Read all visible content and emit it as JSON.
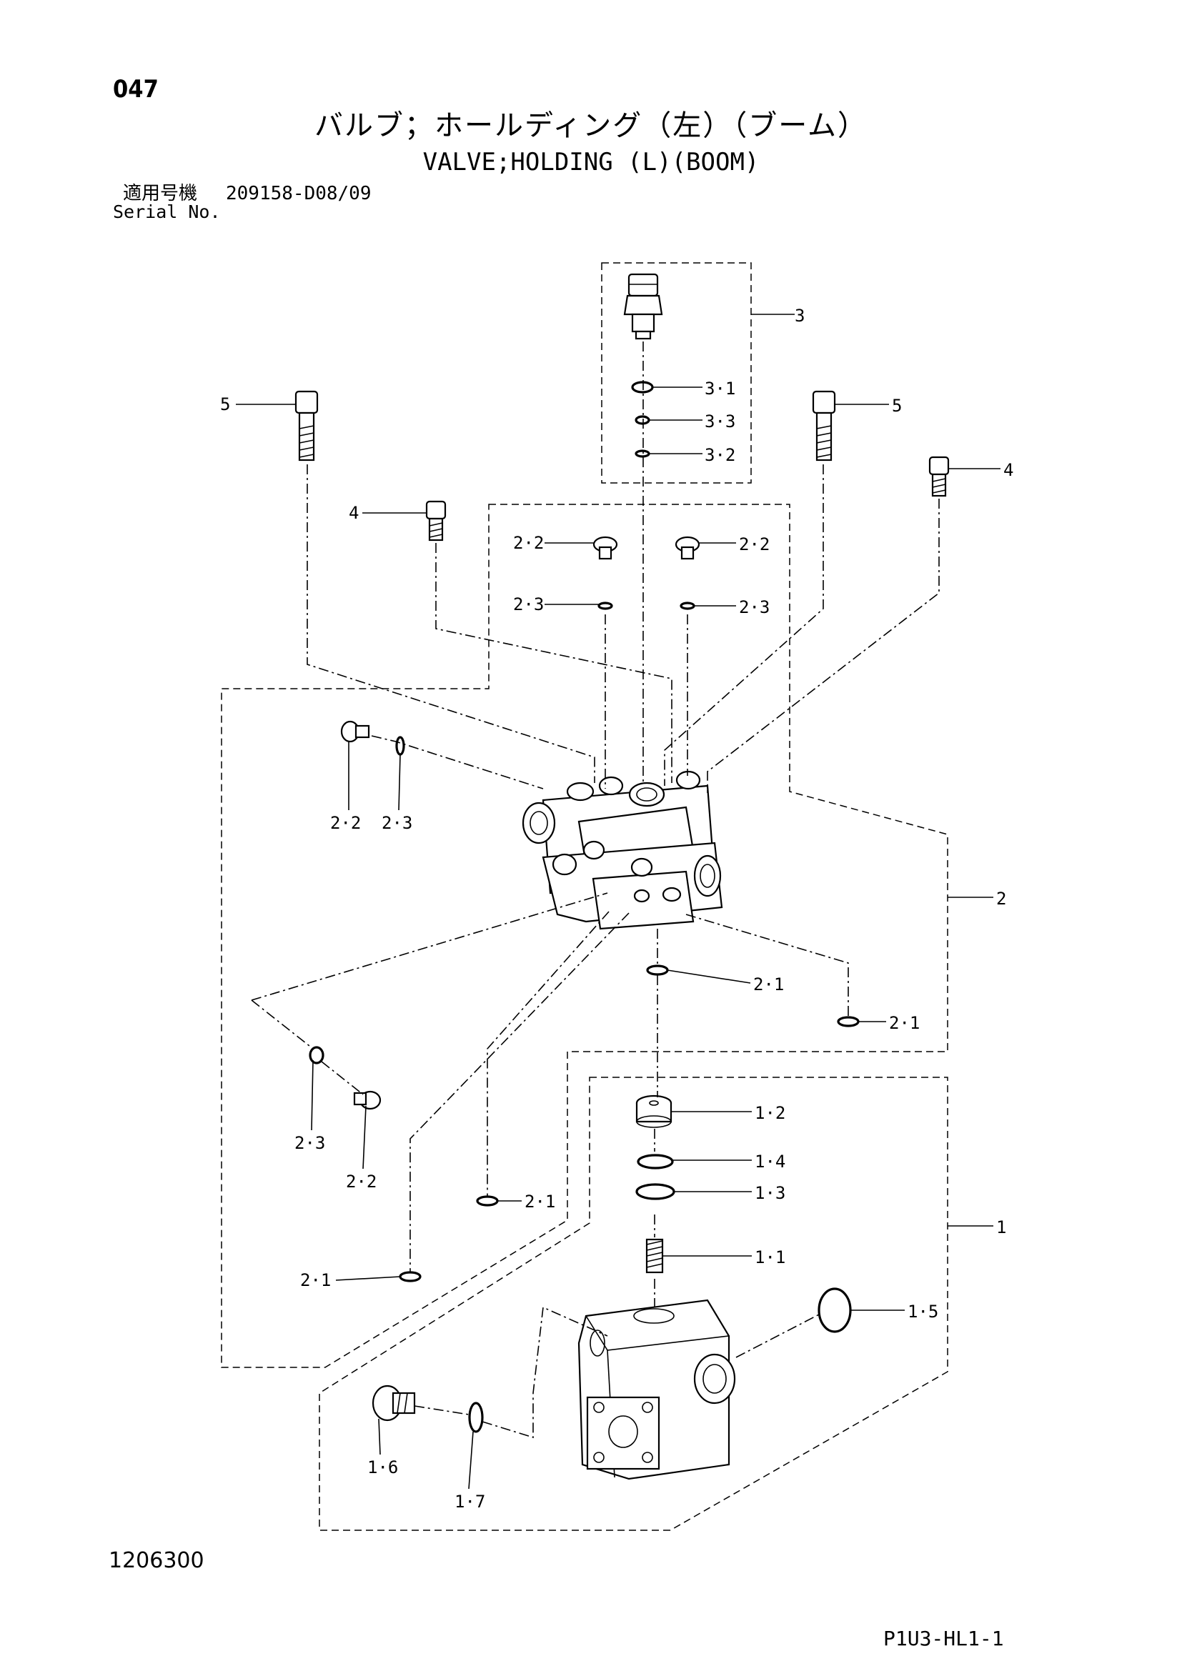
{
  "header": {
    "page_number": "047",
    "title_jp": "バルブ；ホールディング（左）（ブーム）",
    "title_en": "VALVE;HOLDING (L)(BOOM)",
    "serial_label_jp": "適用号機",
    "serial_value": "209158-D08/09",
    "serial_label_en": "Serial No."
  },
  "footer": {
    "doc_code": "1206300",
    "sheet_ref": "P1U3-HL1-1"
  },
  "callouts": {
    "c3": "3",
    "c3_1": "3·1",
    "c3_3": "3·3",
    "c3_2": "3·2",
    "c5_left": "5",
    "c5_right": "5",
    "c4_right": "4",
    "c4_left": "4",
    "c2_2_a": "2·2",
    "c2_2_b": "2·2",
    "c2_3_a": "2·3",
    "c2_3_b": "2·3",
    "c2_2_c": "2·2",
    "c2_3_c": "2·3",
    "c2": "2",
    "c2_1_a": "2·1",
    "c2_1_b": "2·1",
    "c2_3_d": "2·3",
    "c2_2_d": "2·2",
    "c2_1_c": "2·1",
    "c2_1_d": "2·1",
    "c1_2": "1·2",
    "c1_4": "1·4",
    "c1_3": "1·3",
    "c1": "1",
    "c1_1": "1·1",
    "c1_5": "1·5",
    "c1_6": "1·6",
    "c1_7": "1·7"
  }
}
